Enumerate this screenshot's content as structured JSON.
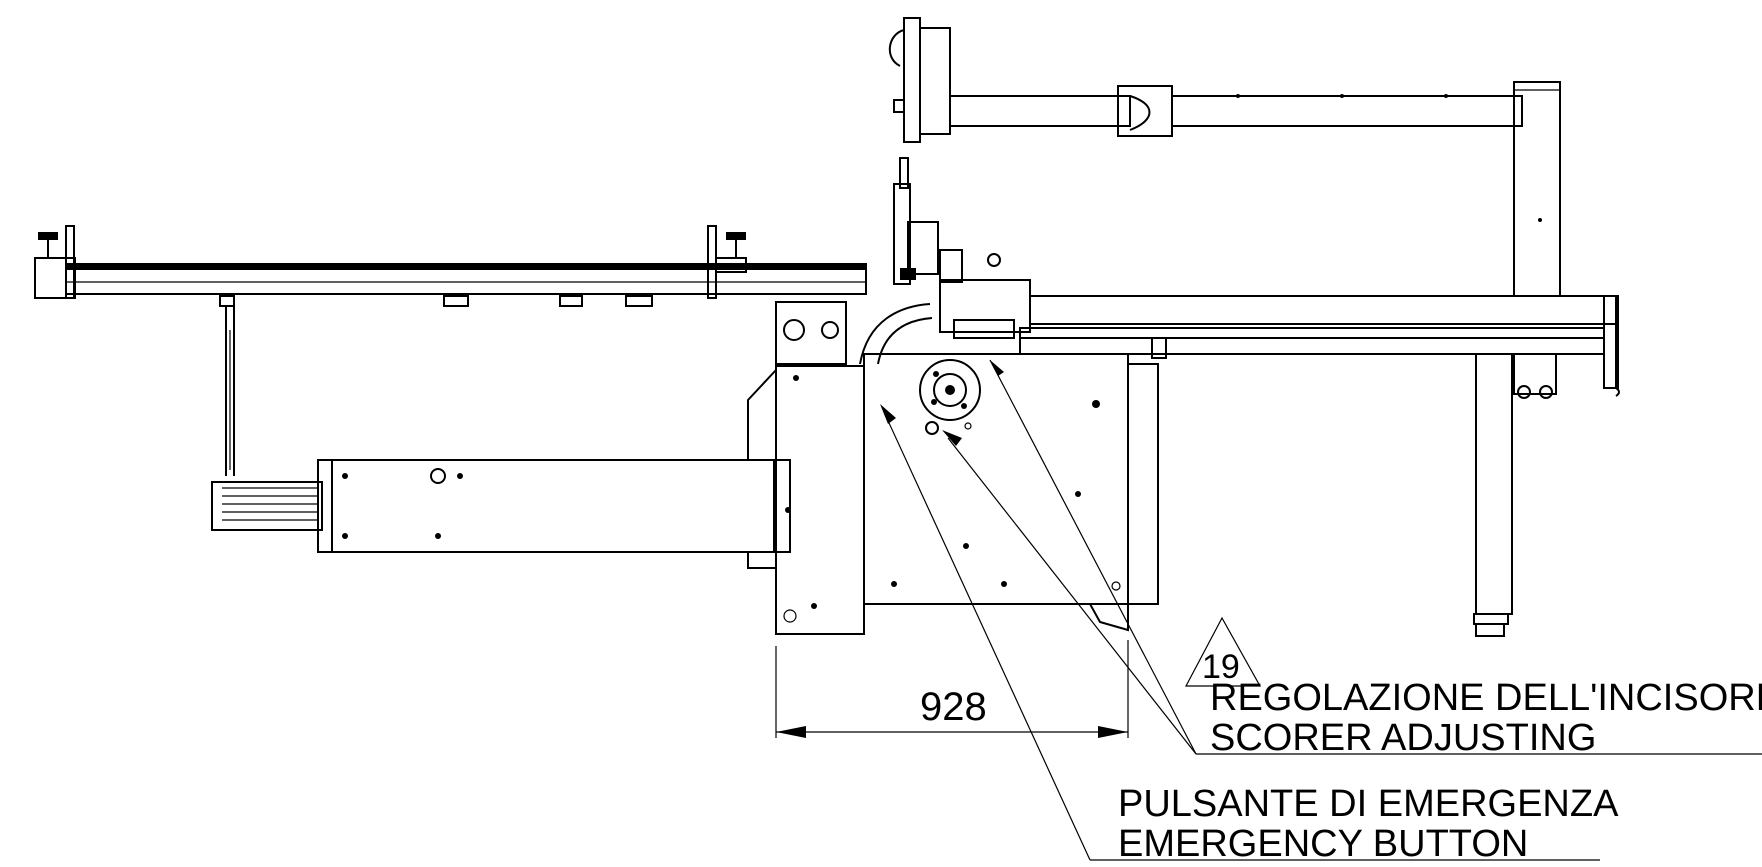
{
  "drawing": {
    "dimension": {
      "value": "928"
    },
    "callout": {
      "number": "19"
    },
    "labels": {
      "scorer_it": "REGOLAZIONE DELL'INCISORE",
      "scorer_en": "SCORER ADJUSTING",
      "emergency_it": "PULSANTE DI EMERGENZA",
      "emergency_en": "EMERGENCY BUTTON"
    }
  }
}
